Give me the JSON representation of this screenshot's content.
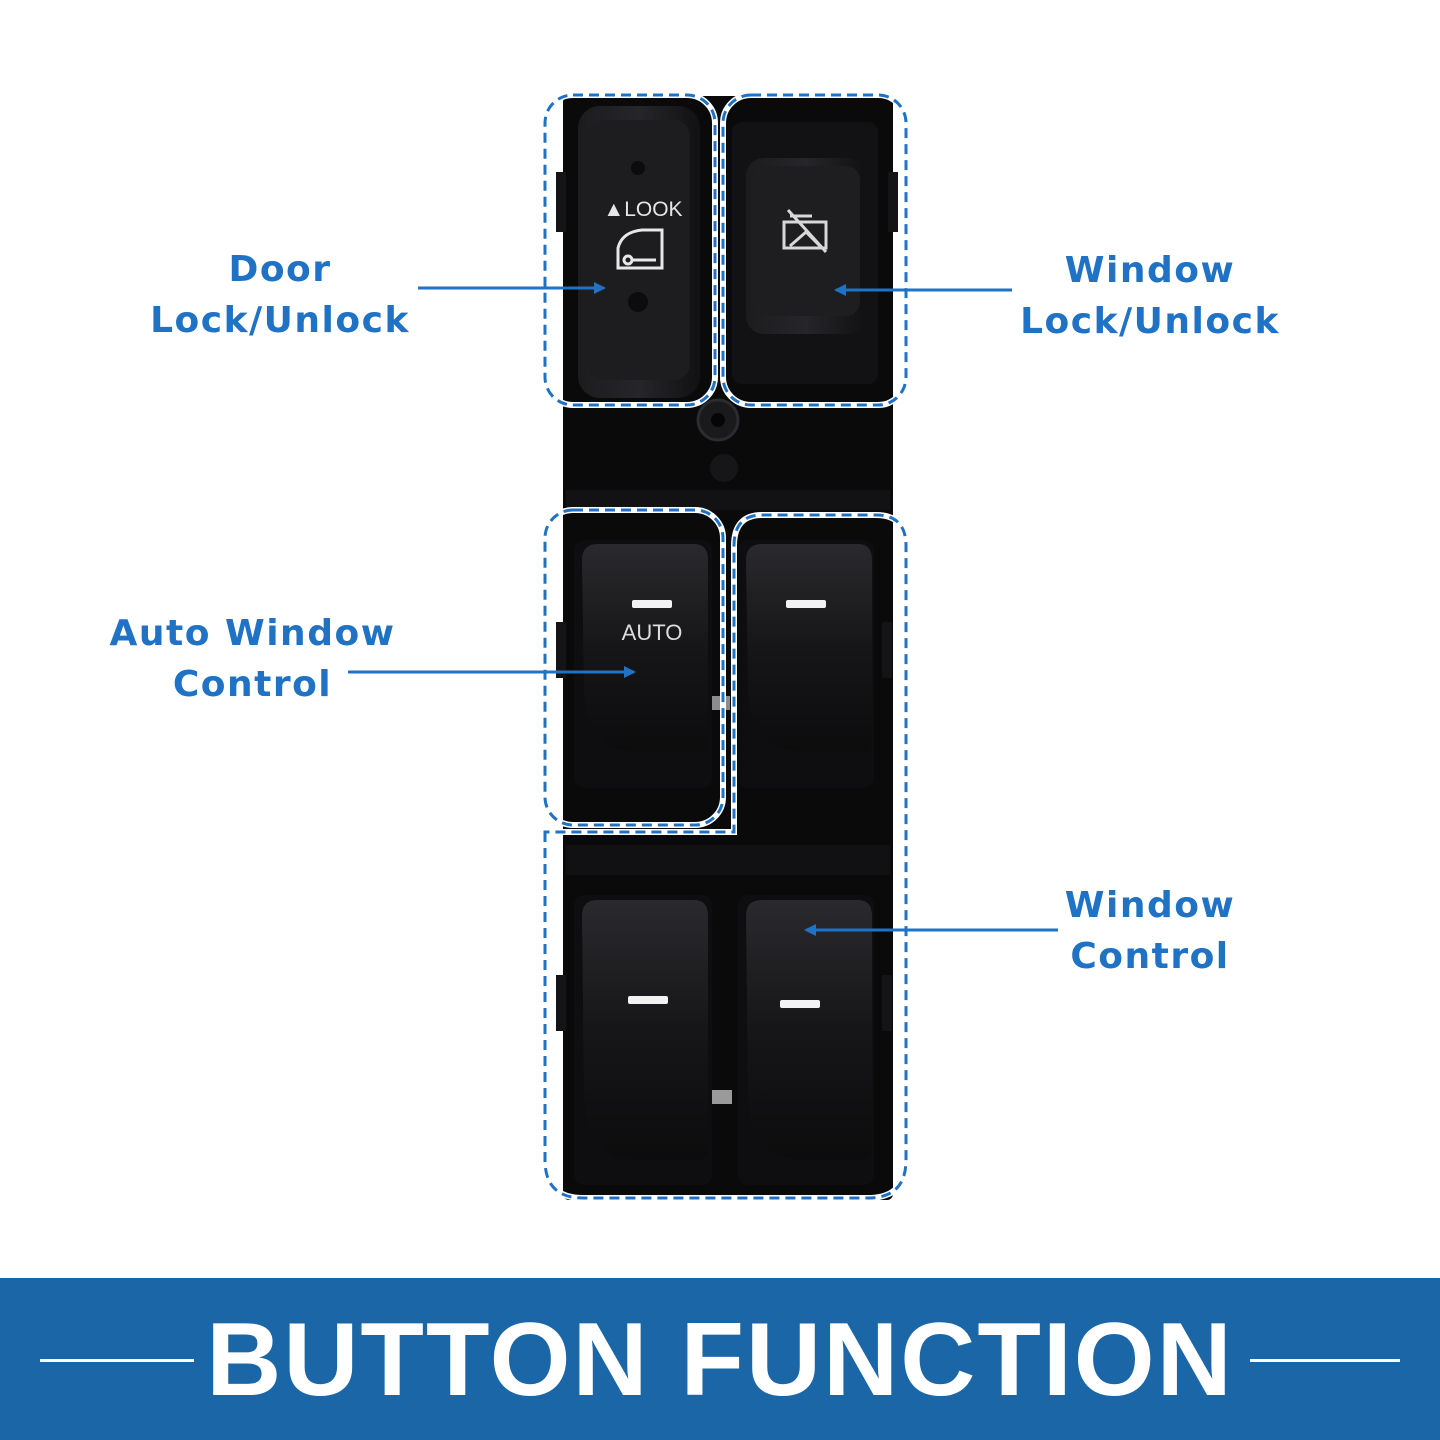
{
  "labels": {
    "door_lock": {
      "line1": "Door",
      "line2": "Lock/Unlock"
    },
    "window_lock": {
      "line1": "Window",
      "line2": "Lock/Unlock"
    },
    "auto_window": {
      "line1": "Auto Window",
      "line2": "Control"
    },
    "window_control": {
      "line1": "Window",
      "line2": "Control"
    }
  },
  "switch": {
    "lock_text": "▲LOOK",
    "auto_text": "AUTO"
  },
  "banner": {
    "title": "BUTTON FUNCTION"
  },
  "colors": {
    "accent": "#1f72c4",
    "banner": "#1b66a6",
    "switch_body": "#0a0a0b",
    "button": "#17171a"
  }
}
